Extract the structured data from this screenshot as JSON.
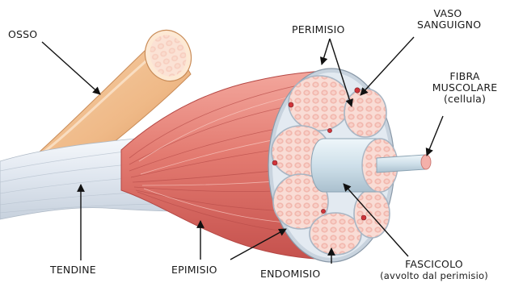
{
  "labels": {
    "osso": "OSSO",
    "perimisio": "PERIMISIO",
    "vaso_line1": "VASO",
    "vaso_line2": "SANGUIGNO",
    "fibra_line1": "FIBRA",
    "fibra_line2": "MUSCOLARE",
    "fibra_line3": "(cellula)",
    "tendine": "TENDINE",
    "epimisio": "EPIMISIO",
    "endomisio": "ENDOMISIO",
    "fascicolo_line1": "FASCICOLO",
    "fascicolo_line2": "(avvolto dal perimisio)"
  },
  "colors": {
    "bone": "#f2c49a",
    "bone_cut": "#fbe7d2",
    "muscle": "#e8847a",
    "muscle_dark": "#c94f4c",
    "tendon": "#e9eef5",
    "fascicle_fill": "#f8d9d2",
    "fascicle_cell": "#f1b6ad",
    "perimysium": "#c9d3dd",
    "vessel": "#d0343a"
  }
}
